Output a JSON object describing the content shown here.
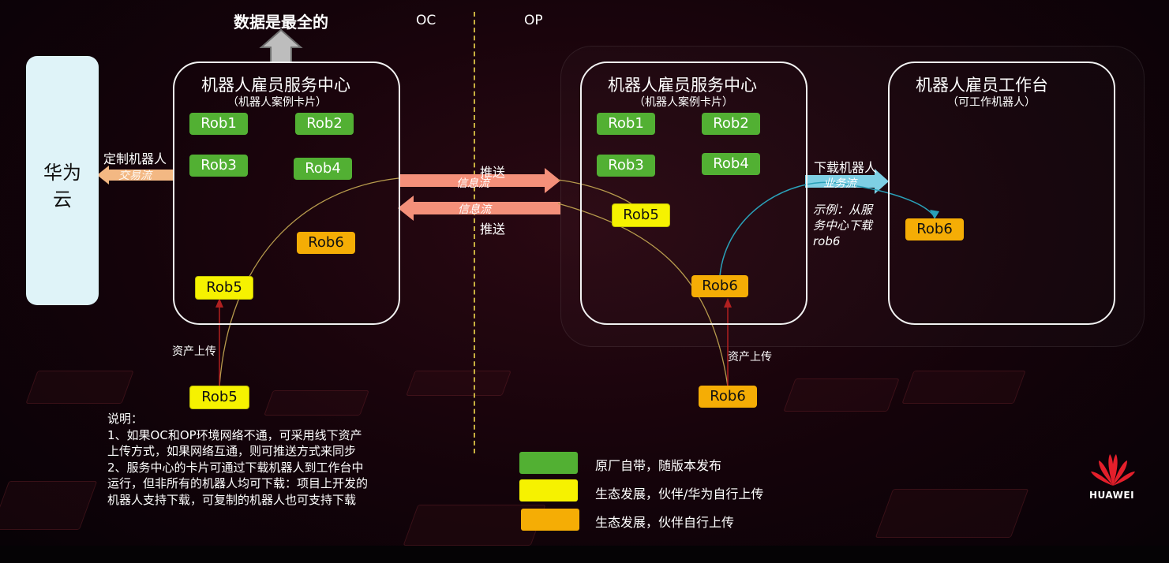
{
  "title": "数据是最全的",
  "oc_label": "OC",
  "op_label": "OP",
  "huawei_cloud": [
    "华为",
    "云"
  ],
  "custom_robot": "定制机器人",
  "trade_flow": "交易流",
  "left_center": {
    "title": "机器人雇员服务中心",
    "subtitle": "（机器人案例卡片）"
  },
  "mid_center": {
    "title": "机器人雇员服务中心",
    "subtitle": "（机器人案例卡片）"
  },
  "workbench": {
    "title": "机器人雇员工作台",
    "subtitle": "（可工作机器人）"
  },
  "push_top": "推送",
  "info_flow_top": "信息流",
  "info_flow_bottom": "信息流",
  "push_bottom": "推送",
  "download_robot": "下载机器人",
  "business_flow": "业务流",
  "example": [
    "示例：从服",
    "务中心下载",
    "rob6"
  ],
  "asset_upload_left": "资产上传",
  "asset_upload_right": "资产上传",
  "chips": {
    "l_rob1": "Rob1",
    "l_rob2": "Rob2",
    "l_rob3": "Rob3",
    "l_rob4": "Rob4",
    "l_rob6": "Rob6",
    "l_rob5": "Rob5",
    "m_rob1": "Rob1",
    "m_rob2": "Rob2",
    "m_rob3": "Rob3",
    "m_rob4": "Rob4",
    "m_rob5": "Rob5",
    "m_rob6": "Rob6",
    "w_rob6": "Rob6",
    "b_rob5": "Rob5",
    "b_rob6": "Rob6"
  },
  "notes": [
    "说明：",
    "1、如果OC和OP环境网络不通，可采用线下资产",
    "上传方式，如果网络互通，则可推送方式来同步",
    "2、服务中心的卡片可通过下载机器人到工作台中",
    "运行，但非所有的机器人均可下载：项目上开发的",
    "机器人支持下载，可复制的机器人也可支持下载"
  ],
  "legend": [
    {
      "color": "green",
      "label": "原厂自带，随版本发布"
    },
    {
      "color": "yellow",
      "label": "生态发展，伙伴/华为自行上传"
    },
    {
      "color": "orange",
      "label": "生态发展，伙伴自行上传"
    }
  ],
  "brand": "HUAWEI",
  "colors": {
    "green": "#52b033",
    "yellow": "#f6f200",
    "orange": "#f5ad05",
    "salmon": "#f4907a",
    "cyan": "#7ecfe4",
    "peach": "#f3b883"
  }
}
